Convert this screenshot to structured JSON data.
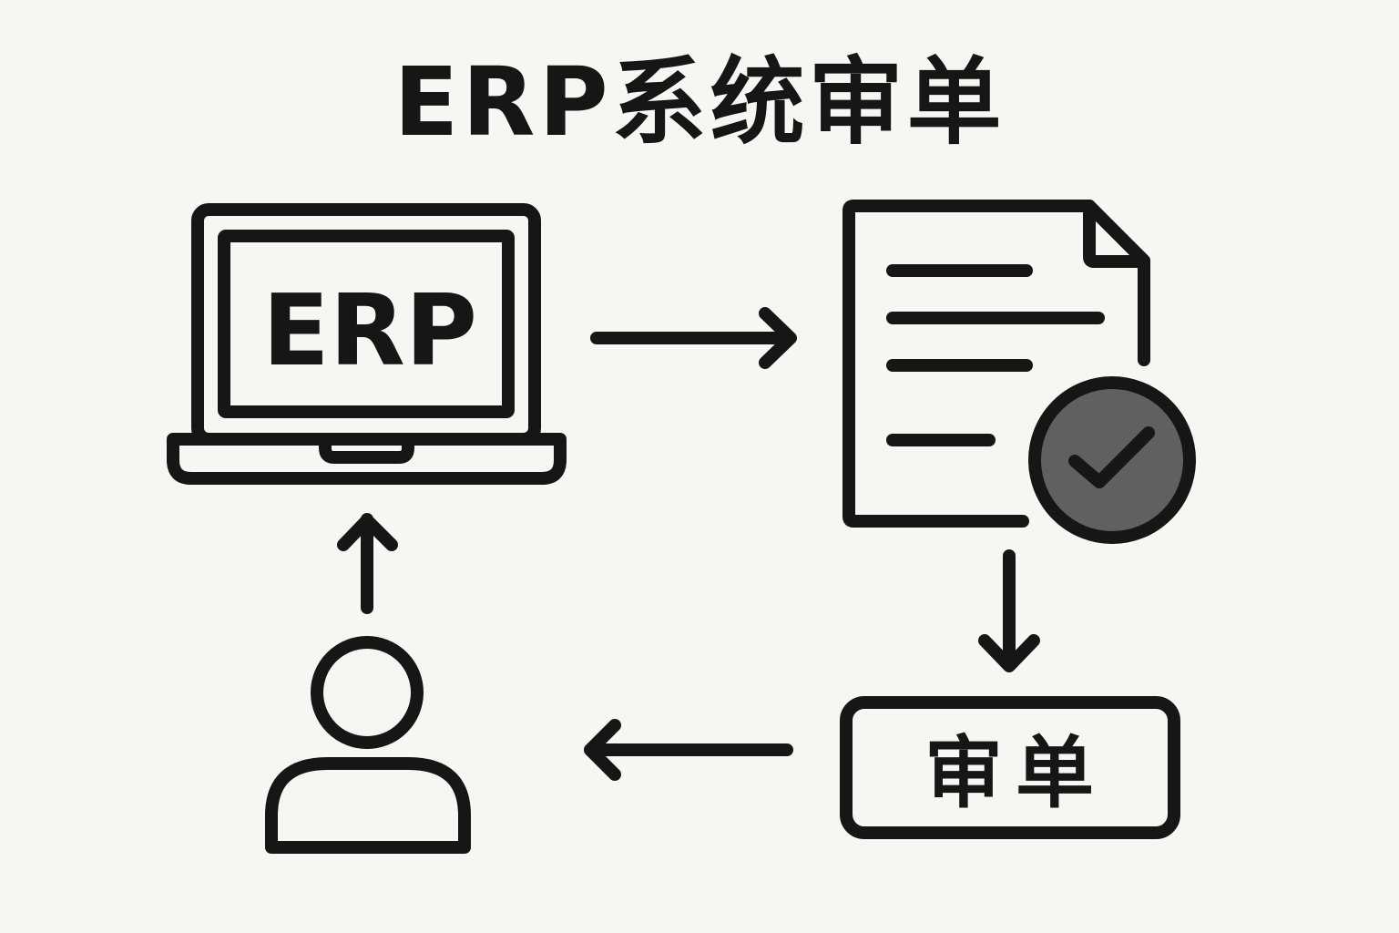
{
  "title": "ERP系统审单",
  "nodes": {
    "laptop": {
      "label": "ERP",
      "icon": "laptop-icon"
    },
    "document": {
      "icon": "document-icon",
      "badge": "check-circle-icon"
    },
    "approval": {
      "label": "审单"
    },
    "user": {
      "icon": "user-icon"
    }
  },
  "flow": [
    "user → laptop",
    "laptop → document",
    "document → approval",
    "approval → user"
  ],
  "colors": {
    "background": "#f6f6f2",
    "stroke": "#161616",
    "badge_fill": "#606060"
  }
}
